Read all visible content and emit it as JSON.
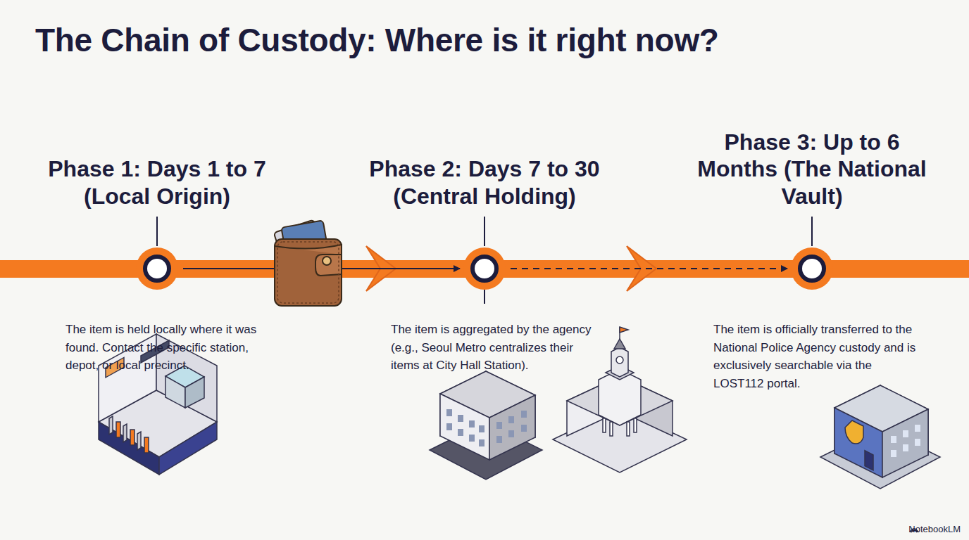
{
  "diagram": {
    "title": "The Chain of Custody: Where is it right now?",
    "nodes": [
      {
        "text": [
          "Phase 1: Days 1 to 7 (Local Origin)",
          "The item is held locally where it was found. Contact the specific station, depot, or local precinct."
        ]
      },
      {
        "text": [
          "Phase 2: Days 7 to 30 (Central Holding)",
          "The item is aggregated by the agency (e.g., Seoul Metro centralizes their items at City Hall Station)."
        ]
      },
      {
        "text": [
          "Phase 3: Up to 6 Months (The National Vault)",
          "The item is officially transferred to the National Police Agency custody and is exclusively searchable via the LOST112 portal."
        ]
      }
    ],
    "edges": [
      {
        "from": 0,
        "to": 1,
        "arrow": "to"
      },
      {
        "from": 1,
        "to": 2,
        "arrow": "to"
      }
    ],
    "labels": [
      "NotebookLM"
    ]
  }
}
